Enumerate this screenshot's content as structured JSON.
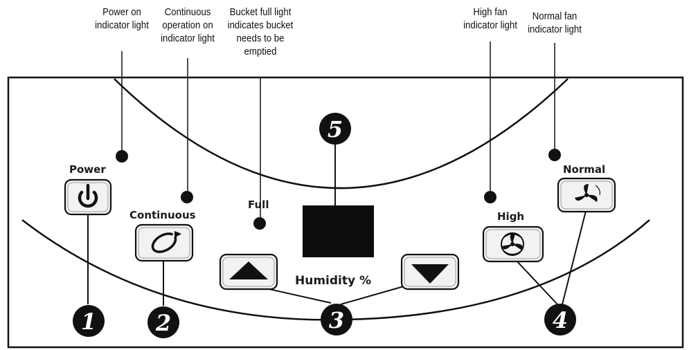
{
  "callouts": {
    "power": [
      "Power on",
      "indicator light"
    ],
    "continuous": [
      "Continuous",
      "operation on",
      "indicator light"
    ],
    "bucket": [
      "Bucket full light",
      "indicates bucket",
      "needs to be",
      "emptied"
    ],
    "high": [
      "High fan",
      "indicator light"
    ],
    "normal": [
      "Normal fan",
      "indicator light"
    ]
  },
  "labels": {
    "power": "Power",
    "continuous": "Continuous",
    "full": "Full",
    "high": "High",
    "normal": "Normal",
    "humidity": "Humidity %"
  },
  "numbers": {
    "one": "1",
    "two": "2",
    "three": "3",
    "four": "4",
    "five": "5"
  },
  "icons": {
    "power": "power-icon",
    "continuous": "circular-arrow-icon",
    "up": "up-triangle-icon",
    "down": "down-triangle-icon",
    "high_fan": "fan-high-icon",
    "normal_fan": "fan-normal-icon"
  },
  "colors": {
    "ink": "#111111",
    "button_fill": "#f2f2f2",
    "display": "#0d0d0d"
  }
}
